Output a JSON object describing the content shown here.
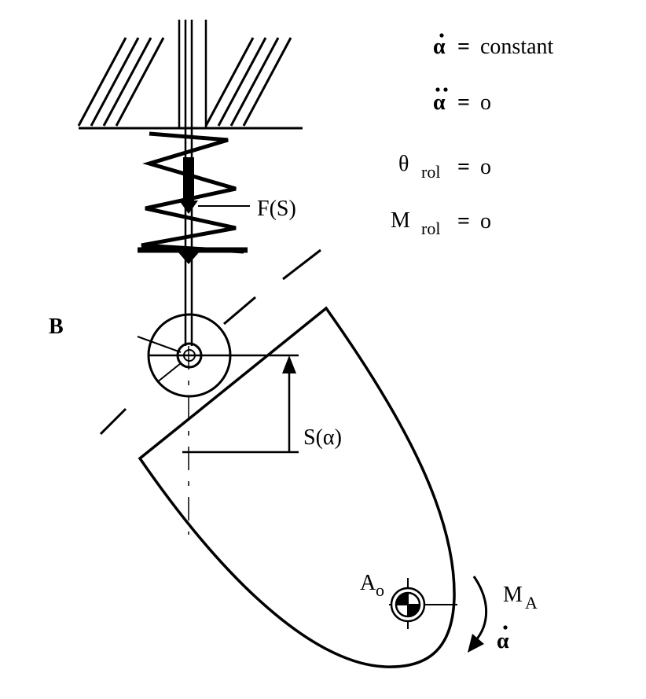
{
  "equations": [
    {
      "symbol": "α",
      "dots": 1,
      "subscript": "",
      "value": "constant"
    },
    {
      "symbol": "α",
      "dots": 2,
      "subscript": "",
      "value": "o"
    },
    {
      "symbol": "θ",
      "dots": 0,
      "subscript": "rol",
      "value": "o"
    },
    {
      "symbol": "M",
      "dots": 0,
      "subscript": "rol",
      "value": "o"
    }
  ],
  "equals_sign": "=",
  "labels": {
    "spring_force": "F(S)",
    "follower_point": "B",
    "stroke": "S(α)",
    "pivot_main": "A",
    "pivot_sub": "o",
    "moment_main": "M",
    "moment_sub": "A",
    "angular_velocity": "α"
  },
  "colors": {
    "ink": "#000000",
    "paper": "#ffffff"
  }
}
